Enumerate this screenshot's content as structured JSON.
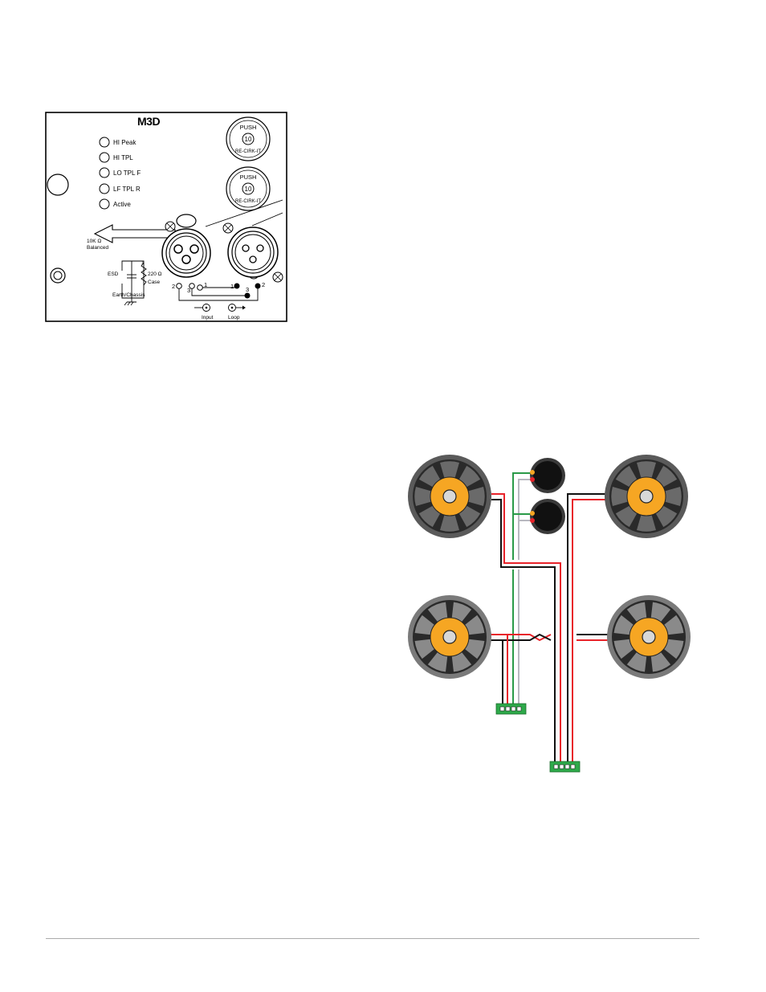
{
  "panel": {
    "model": "M3D",
    "leds": [
      "HI Peak",
      "HI TPL",
      "LO TPL F",
      "LF TPL R",
      "Active"
    ],
    "breaker_top": {
      "line1": "PUSH",
      "amps": "10",
      "line2": "RE-CIRK-IT"
    },
    "breaker_bottom": {
      "line1": "PUSH",
      "amps": "10",
      "line2": "RE-CIRK-IT"
    },
    "impedance": "10K Ω",
    "impedance_type": "Balanced",
    "esd_label": "ESD",
    "resistor_value": "220 Ω",
    "case_label": "Case",
    "earth_label": "Earth/Chassis",
    "pin_left_2": "2",
    "pin_left_3": "3",
    "pin_left_1": "1",
    "pin_right_1": "1",
    "pin_right_3": "3",
    "pin_right_2": "2",
    "ground_pin": "1",
    "input_label": "Input",
    "loop_label": "Loop"
  },
  "colors": {
    "wire_red": "#e8232a",
    "wire_black": "#111111",
    "wire_green": "#2a9a48",
    "wire_gray": "#b8b8c0",
    "cone_cap": "#f6a623",
    "terminal_green": "#2eaa4a"
  }
}
